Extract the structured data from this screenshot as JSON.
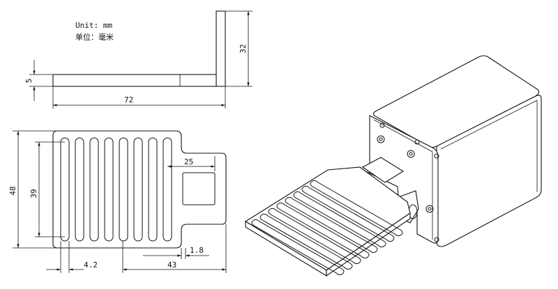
{
  "units": {
    "line1": "Unit: mm",
    "line2": "单位：毫米"
  },
  "dimensions": {
    "height_32": "32",
    "thickness_5": "5",
    "length_72": "72",
    "width_48": "48",
    "slot_span_39": "39",
    "tab_25": "25",
    "slot_pitch_4_2": "4.2",
    "plate_43": "43",
    "slot_width_1_8": "1.8"
  },
  "views": [
    "side-view",
    "top-view",
    "isometric-view"
  ]
}
